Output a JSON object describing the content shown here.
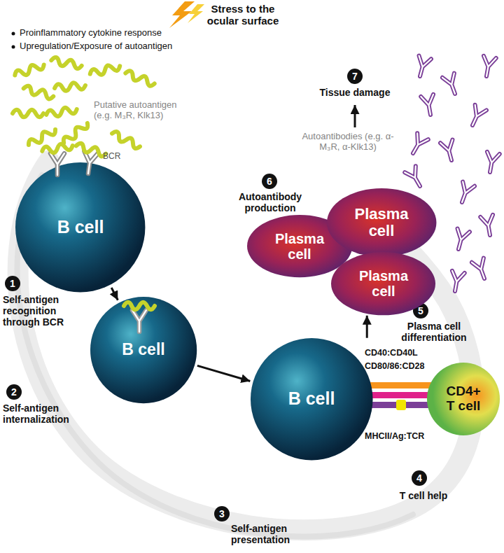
{
  "diagram": {
    "nodes": [
      {
        "text": [
          "B cell"
        ]
      },
      {
        "text": [
          "B cell"
        ]
      },
      {
        "text": [
          "B cell"
        ]
      },
      {
        "text": [
          "CD4+ T cell"
        ]
      },
      {
        "text": [
          "Plasma cell"
        ]
      },
      {
        "text": [
          "Plasma cell"
        ]
      },
      {
        "text": [
          "Plasma cell"
        ]
      }
    ],
    "edges": [
      {
        "from": 0,
        "to": 1,
        "arrow": "to"
      },
      {
        "from": 1,
        "to": 2,
        "arrow": "to"
      },
      {
        "from": 2,
        "to": 6,
        "arrow": "to"
      }
    ],
    "labels": [
      "Stress to the ocular surface",
      "Proinflammatory cytokine response",
      "Upregulation/Exposure of autoantigen",
      "Putative autoantigen (e.g. M₃R, Klk13)",
      "BCR",
      "1",
      "Self-antigen recognition through BCR",
      "2",
      "Self-antigen internalization",
      "3",
      "Self-antigen presentation",
      "4",
      "T cell help",
      "5",
      "Plasma cell differentiation",
      "6",
      "Autoantibody production",
      "7",
      "Tissue damage",
      "Autoantibodies (e.g. α-M₃R, α-Klk13)",
      "CD40:CD40L",
      "CD80/86:CD28",
      "MHCII/Ag:TCR"
    ]
  }
}
